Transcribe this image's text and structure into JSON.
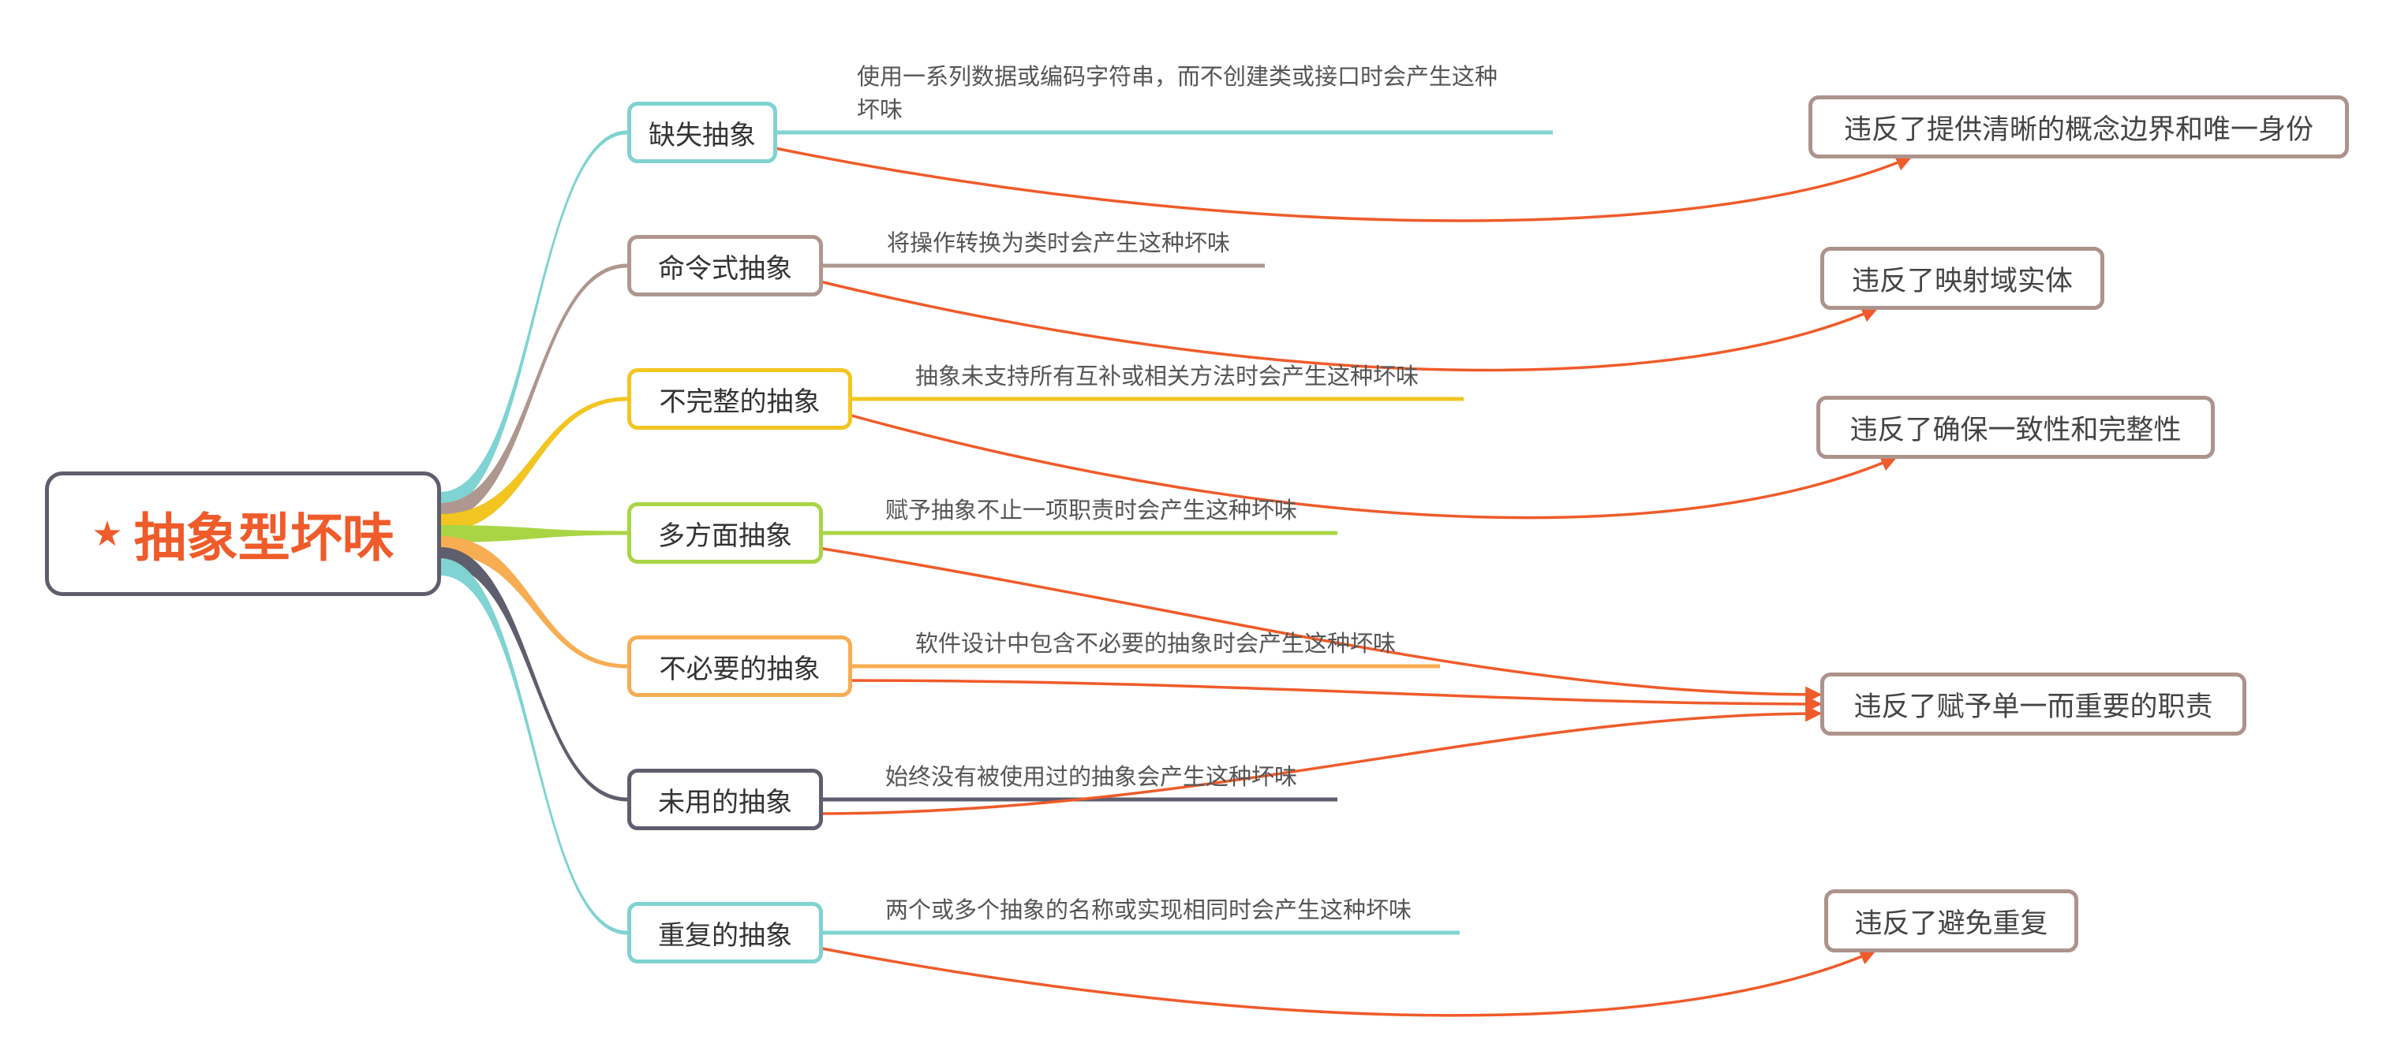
{
  "root": {
    "title": "抽象型坏味"
  },
  "colors": {
    "accent": "#ef5b2a",
    "root_border": "#5f5e6e",
    "violation_border": "#ad938b"
  },
  "branches": [
    {
      "label": "缺失抽象",
      "desc_lines": [
        "使用一系列数据或编码字符串，而不创建类或接口时会产生这种",
        "坏味"
      ],
      "color": "#7fd3d2"
    },
    {
      "label": "命令式抽象",
      "desc_lines": [
        "将操作转换为类时会产生这种坏味"
      ],
      "color": "#ae978e"
    },
    {
      "label": "不完整的抽象",
      "desc_lines": [
        "抽象未支持所有互补或相关方法时会产生这种坏味"
      ],
      "color": "#f2c521"
    },
    {
      "label": "多方面抽象",
      "desc_lines": [
        "赋予抽象不止一项职责时会产生这种坏味"
      ],
      "color": "#a9d545"
    },
    {
      "label": "不必要的抽象",
      "desc_lines": [
        "软件设计中包含不必要的抽象时会产生这种坏味"
      ],
      "color": "#f7ad52"
    },
    {
      "label": "未用的抽象",
      "desc_lines": [
        "始终没有被使用过的抽象会产生这种坏味"
      ],
      "color": "#5f5e6e"
    },
    {
      "label": "重复的抽象",
      "desc_lines": [
        "两个或多个抽象的名称或实现相同时会产生这种坏味"
      ],
      "color": "#7fd3d2"
    }
  ],
  "violations": [
    {
      "label": "违反了提供清晰的概念边界和唯一身份"
    },
    {
      "label": "违反了映射域实体"
    },
    {
      "label": "违反了确保一致性和完整性"
    },
    {
      "label": "违反了赋予单一而重要的职责"
    },
    {
      "label": "违反了避免重复"
    }
  ],
  "links": [
    {
      "from": 0,
      "to": 0
    },
    {
      "from": 1,
      "to": 1
    },
    {
      "from": 2,
      "to": 2
    },
    {
      "from": 3,
      "to": 3
    },
    {
      "from": 4,
      "to": 3
    },
    {
      "from": 5,
      "to": 3
    },
    {
      "from": 6,
      "to": 4
    }
  ]
}
